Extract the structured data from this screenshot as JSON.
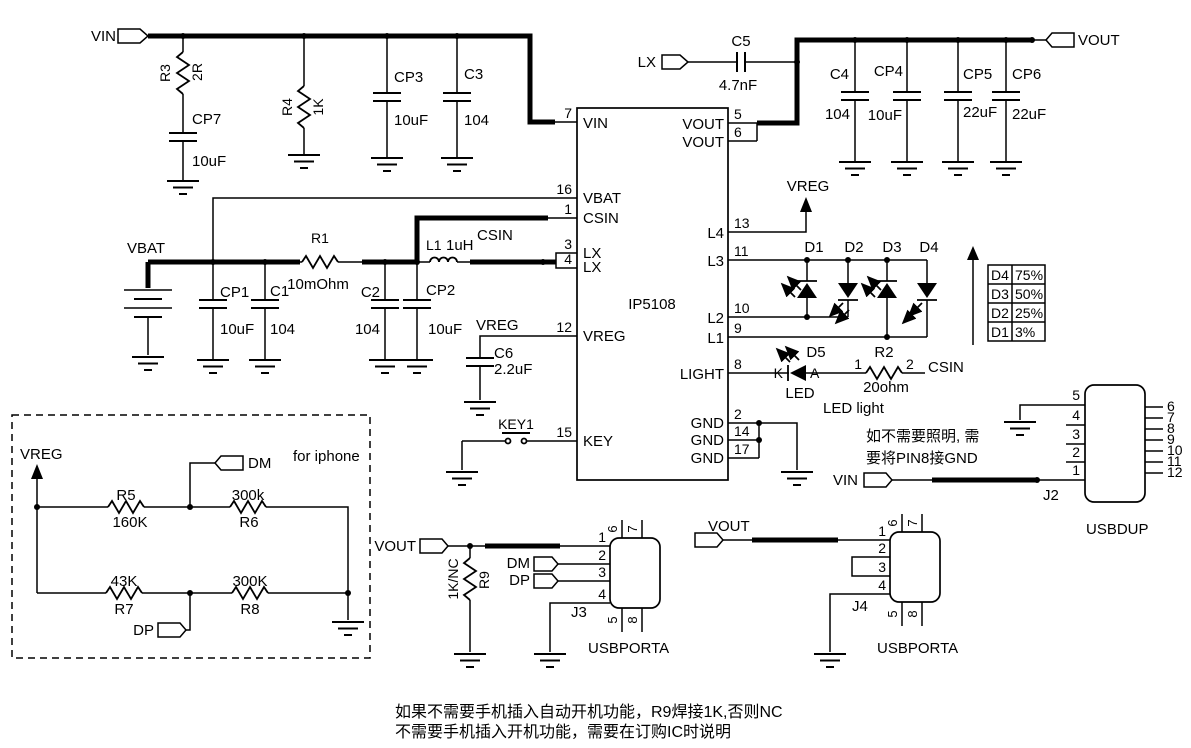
{
  "colors": {
    "ink": "#000000",
    "bg": "#ffffff"
  },
  "ports": {
    "vin_top": "VIN",
    "vout_top": "VOUT",
    "lx": "LX",
    "vbat": "VBAT",
    "vreg_pin13": "VREG",
    "vreg_pin12": "VREG",
    "vreg_iphone": "VREG",
    "csin_l1": "CSIN",
    "csin_r2": "CSIN",
    "dm_iphone": "DM",
    "dp_iphone": "DP",
    "dm_j3": "DM",
    "dp_j3": "DP",
    "vout_j3": "VOUT",
    "vout_j4": "VOUT",
    "vin_j2": "VIN"
  },
  "ic": {
    "name": "IP5108",
    "left": [
      {
        "num": "7",
        "name": "VIN"
      },
      {
        "num": "16",
        "name": "VBAT"
      },
      {
        "num": "1",
        "name": "CSIN"
      },
      {
        "num": "3",
        "name": "LX"
      },
      {
        "num": "4",
        "name": "LX"
      },
      {
        "num": "12",
        "name": "VREG"
      },
      {
        "num": "15",
        "name": "KEY"
      }
    ],
    "right": [
      {
        "num": "5",
        "name": "VOUT"
      },
      {
        "num": "6",
        "name": "VOUT"
      },
      {
        "num": "13",
        "name": "L4"
      },
      {
        "num": "11",
        "name": "L3"
      },
      {
        "num": "10",
        "name": "L2"
      },
      {
        "num": "9",
        "name": "L1"
      },
      {
        "num": "8",
        "name": "LIGHT"
      },
      {
        "num": "2",
        "name": "GND"
      },
      {
        "num": "14",
        "name": "GND"
      },
      {
        "num": "17",
        "name": "GND"
      }
    ]
  },
  "parts": {
    "r1": {
      "ref": "R1",
      "val": "10mOhm"
    },
    "r2": {
      "ref": "R2",
      "val": "20ohm",
      "p1": "1",
      "p2": "2"
    },
    "r3": {
      "ref": "R3",
      "val": "2R"
    },
    "r4": {
      "ref": "R4",
      "val": "1K"
    },
    "r5": {
      "ref": "R5",
      "val": "160K"
    },
    "r6": {
      "ref": "R6",
      "val": "300k"
    },
    "r7": {
      "ref": "R7",
      "val": "43K"
    },
    "r8": {
      "ref": "R8",
      "val": "300K"
    },
    "r9": {
      "ref": "R9",
      "val": "1K/NC"
    },
    "c1": {
      "ref": "C1",
      "val": "104"
    },
    "c2": {
      "ref": "C2",
      "val": "104"
    },
    "c3": {
      "ref": "C3",
      "val": "104"
    },
    "c4": {
      "ref": "C4",
      "val": "104"
    },
    "c5": {
      "ref": "C5",
      "val": "4.7nF"
    },
    "c6": {
      "ref": "C6",
      "val": "2.2uF"
    },
    "cp1": {
      "ref": "CP1",
      "val": "10uF"
    },
    "cp2": {
      "ref": "CP2",
      "val": "10uF"
    },
    "cp3": {
      "ref": "CP3",
      "val": "10uF"
    },
    "cp4": {
      "ref": "CP4",
      "val": "10uF"
    },
    "cp5": {
      "ref": "CP5",
      "val": "22uF"
    },
    "cp6": {
      "ref": "CP6",
      "val": "22uF"
    },
    "cp7": {
      "ref": "CP7",
      "val": "10uF"
    },
    "l1": {
      "ref": "L1",
      "val": "1uH"
    },
    "d1": {
      "ref": "D1"
    },
    "d2": {
      "ref": "D2"
    },
    "d3": {
      "ref": "D3"
    },
    "d4": {
      "ref": "D4"
    },
    "d5": {
      "ref": "D5",
      "k": "K",
      "a": "A",
      "sub": "LED"
    },
    "key1": {
      "ref": "KEY1"
    }
  },
  "connectors": {
    "j2": {
      "ref": "J2",
      "type": "USBDUP",
      "left": [
        "5",
        "4",
        "3",
        "2",
        "1"
      ],
      "right": [
        "6",
        "7",
        "8",
        "9",
        "10",
        "11",
        "12"
      ]
    },
    "j3": {
      "ref": "J3",
      "type": "USBPORTA",
      "left": [
        "1",
        "2",
        "3",
        "4"
      ],
      "top": [
        "6",
        "7"
      ],
      "bottom": [
        "5",
        "8"
      ]
    },
    "j4": {
      "ref": "J4",
      "type": "USBPORTA",
      "left": [
        "1",
        "2",
        "3",
        "4"
      ],
      "top": [
        "6",
        "7"
      ],
      "bottom": [
        "5",
        "8"
      ]
    }
  },
  "led_table": [
    [
      "D4",
      "75%"
    ],
    [
      "D3",
      "50%"
    ],
    [
      "D2",
      "25%"
    ],
    [
      "D1",
      "3%"
    ]
  ],
  "notes": {
    "for_iphone": "for iphone",
    "led_light": "LED light",
    "pin8_1": "如不需要照明, 需",
    "pin8_2": "要将PIN8接GND",
    "bottom_1": "如果不需要手机插入自动开机功能，R9焊接1K,否则NC",
    "bottom_2": "不需要手机插入开机功能，需要在订购IC时说明"
  }
}
